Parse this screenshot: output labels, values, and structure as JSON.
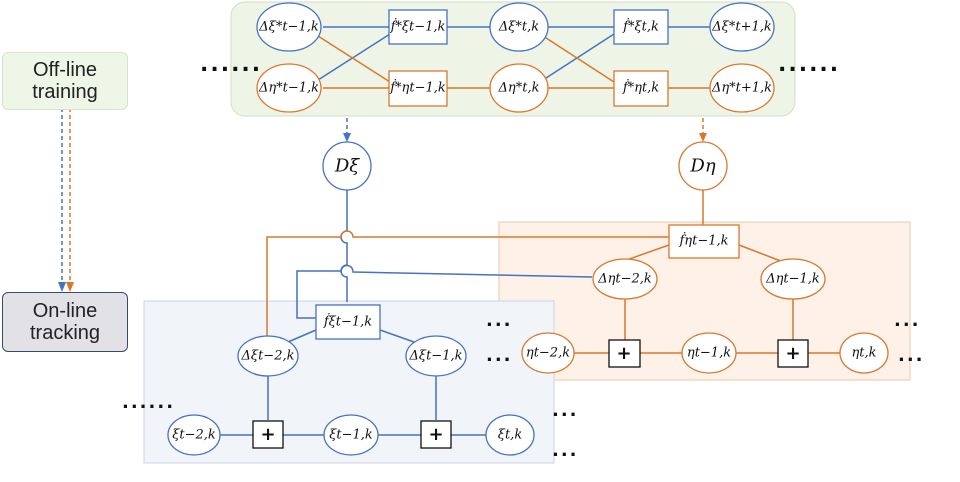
{
  "offline_label": [
    "Off-line",
    "training"
  ],
  "online_label": [
    "On-line",
    "tracking"
  ],
  "top_row1": [
    "Δξ*t−1,k",
    "ḟ*ξt−1,k",
    "Δξ*t,k",
    "ḟ*ξt,k",
    "Δξ*t+1,k"
  ],
  "top_row2": [
    "Δη*t−1,k",
    "ḟ*ηt−1,k",
    "Δη*t,k",
    "ḟ*ηt,k",
    "Δη*t+1,k"
  ],
  "d_xi": "Dξ",
  "d_eta": "Dη",
  "eta_f": "ḟηt−1,k",
  "eta_delta": [
    "Δηt−2,k",
    "Δηt−1,k"
  ],
  "eta_row": [
    "ηt−2,k",
    "ηt−1,k",
    "ηt,k"
  ],
  "xi_f": "ḟξt−1,k",
  "xi_delta": [
    "Δξt−2,k",
    "Δξt−1,k"
  ],
  "xi_row": [
    "ξt−2,k",
    "ξt−1,k",
    "ξt,k"
  ],
  "plus_symbol": "+",
  "ellipsis": "......",
  "colors": {
    "blue": "#4472c4",
    "orange": "#d9782d",
    "green_bg": "#eef5e6",
    "orange_bg": "#fdf1e8",
    "blue_bg": "#f1f4f9",
    "side_green": "#eef6e7",
    "side_grey": "#e2e2e6"
  }
}
